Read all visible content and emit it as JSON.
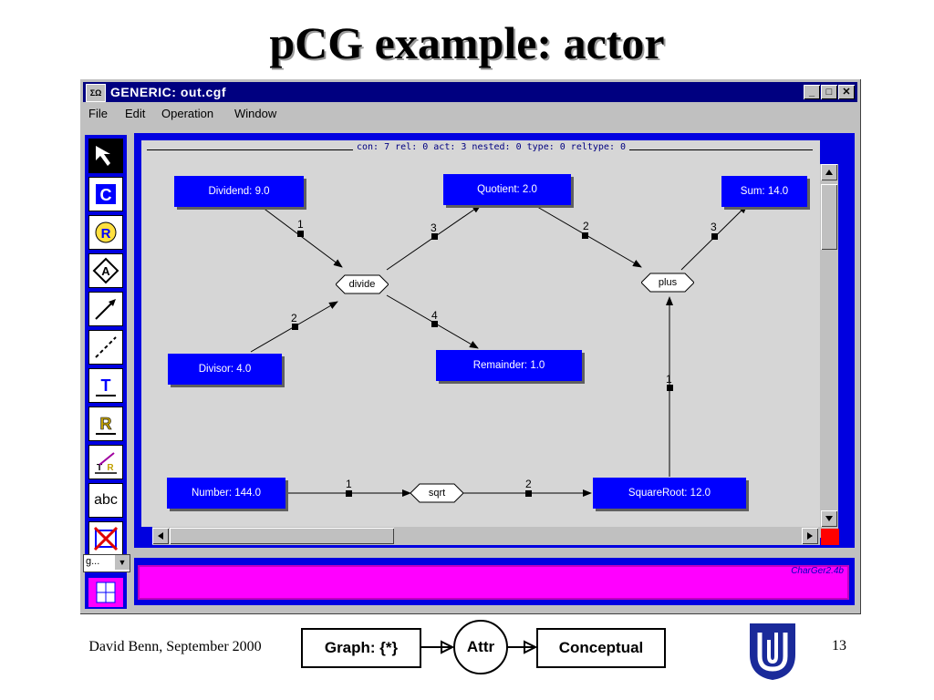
{
  "slide": {
    "title": "pCG example: actor",
    "author": "David Benn, September 2000",
    "page_number": "13"
  },
  "window": {
    "title": "GENERIC:  out.cgf",
    "icon_label": "ΣΩ",
    "menu": [
      "File",
      "Edit",
      "Operation",
      "Window"
    ],
    "graph_stats": "con: 7  rel: 0  act: 3  nested: 0  type: 0  reltype: 0",
    "zoom_value": "g...",
    "version": "CharGer2.4b",
    "tools": [
      "arrow-select-icon",
      "concept-tool-icon",
      "relation-tool-icon",
      "actor-tool-icon",
      "arc-tool-icon",
      "coref-tool-icon",
      "type-tool-icon",
      "reltype-tool-icon",
      "type-relation-tool-icon",
      "text-tool-icon",
      "delete-tool-icon"
    ],
    "text_tool_label": "abc",
    "concepts": {
      "dividend": "Dividend: 9.0",
      "quotient": "Quotient: 2.0",
      "sum": "Sum: 14.0",
      "divisor": "Divisor: 4.0",
      "remainder": "Remainder: 1.0",
      "number": "Number: 144.0",
      "squareroot": "SquareRoot: 12.0"
    },
    "actors": {
      "divide": "divide",
      "plus": "plus",
      "sqrt": "sqrt"
    },
    "arc_labels": {
      "dividend_divide": "1",
      "divisor_divide": "2",
      "divide_quotient": "3",
      "divide_remainder": "4",
      "quotient_plus": "2",
      "plus_sum": "3",
      "squareroot_plus": "1",
      "number_sqrt": "1",
      "sqrt_squareroot": "2"
    },
    "colors": {
      "concept": "#0000ff",
      "frame": "#0000e0",
      "status": "#ff00ff",
      "titlebar": "#000080"
    }
  },
  "legend": {
    "graph": "Graph: {*}",
    "attr": "Attr",
    "conceptual": "Conceptual"
  }
}
